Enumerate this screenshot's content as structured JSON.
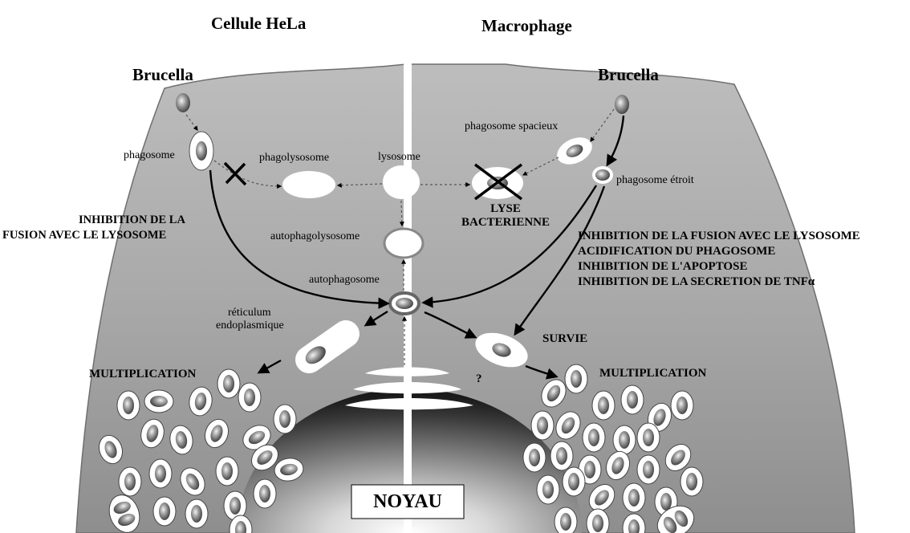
{
  "headings": {
    "left": "Cellule HeLa",
    "right": "Macrophage"
  },
  "agent_left": "Brucella",
  "agent_right": "Brucella",
  "labels": {
    "phagosome": "phagosome",
    "phagolysosome": "phagolysosome",
    "lysosome": "lysosome",
    "phagosome_spacieux": "phagosome spacieux",
    "phagosome_etroit": "phagosome étroit",
    "lyse_1": "LYSE",
    "lyse_2": "BACTERIENNE",
    "inhib_left_1": "INHIBITION DE LA",
    "inhib_left_2": "FUSION AVEC LE LYSOSOME",
    "autophagolysosome": "autophagolysosome",
    "autophagosome": "autophagosome",
    "reticulum_1": "réticulum",
    "reticulum_2": "endoplasmique",
    "multiplication_left": "MULTIPLICATION",
    "multiplication_right": "MULTIPLICATION",
    "survie": "SURVIE",
    "question": "?",
    "noyau": "NOYAU"
  },
  "macrophage_effects": [
    "INHIBITION DE LA FUSION AVEC LE LYSOSOME",
    "ACIDIFICATION DU PHAGOSOME",
    "INHIBITION DE L'APOPTOSE",
    "INHIBITION DE LA SECRETION DE TNFα"
  ]
}
